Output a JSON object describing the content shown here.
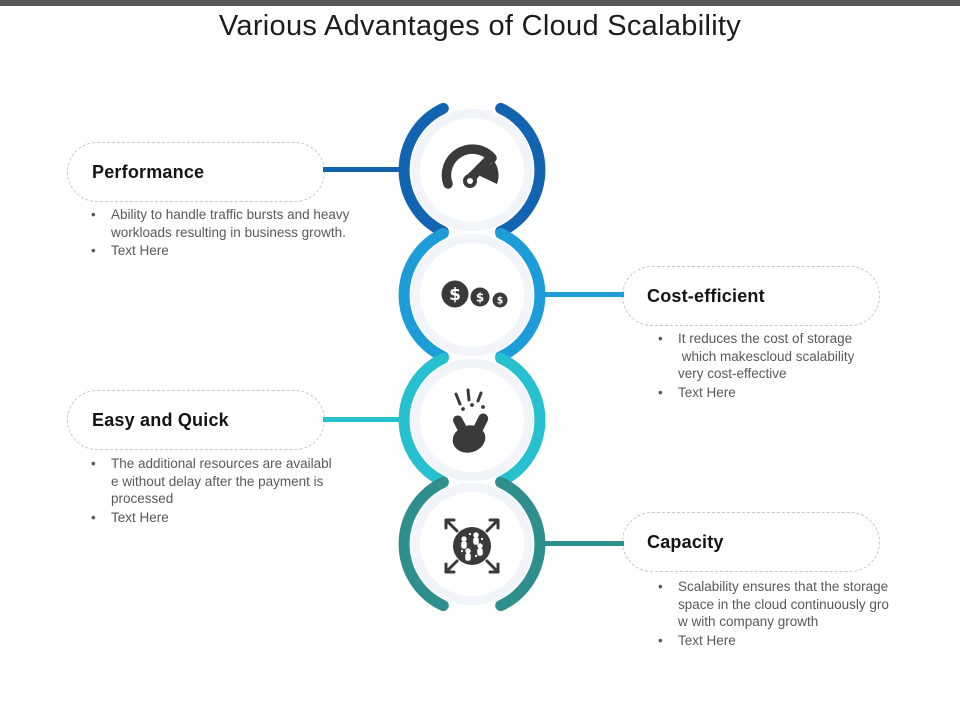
{
  "slide": {
    "title": "Various Advantages of Cloud Scalability"
  },
  "colors": {
    "top_bar": "#58585a",
    "title_text": "#1c1c1c",
    "heading_text": "#141414",
    "body_text": "#595959",
    "icon": "#3a3a3c",
    "halo": "#f1f4f8"
  },
  "nodes": [
    {
      "label": "Performance",
      "icon": "speedometer-icon",
      "accent": "#1263b0",
      "side": "left",
      "bullets": [
        "Ability to handle traffic bursts and heavy\nworkloads resulting in business growth.",
        "Text Here"
      ]
    },
    {
      "label": "Cost-efficient",
      "icon": "dollar-coins-icon",
      "accent": "#1e9cd8",
      "side": "right",
      "bullets": [
        "It reduces the cost of storage\n which makescloud scalability\nvery cost-effective",
        "Text Here"
      ]
    },
    {
      "label": "Easy and Quick",
      "icon": "finger-snap-icon",
      "accent": "#26c0ce",
      "side": "left",
      "bullets": [
        "The additional resources are availabl\ne without delay after the payment is\nprocessed",
        "Text Here"
      ]
    },
    {
      "label": "Capacity",
      "icon": "expanding-users-icon",
      "accent": "#2f8f8c",
      "side": "right",
      "bullets": [
        "Scalability ensures that the storage\nspace in the cloud continuously gro\nw with company growth",
        "Text Here"
      ]
    }
  ]
}
